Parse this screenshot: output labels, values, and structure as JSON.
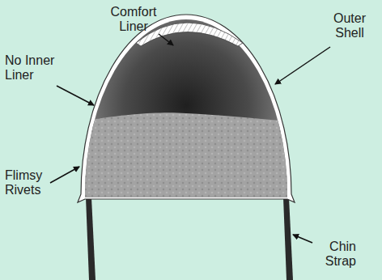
{
  "diagram": {
    "labels": [
      "Comfort Liner",
      "Outer Shell",
      "No Inner Liner",
      "Flimsy Rivets",
      "Chin Strap"
    ]
  }
}
